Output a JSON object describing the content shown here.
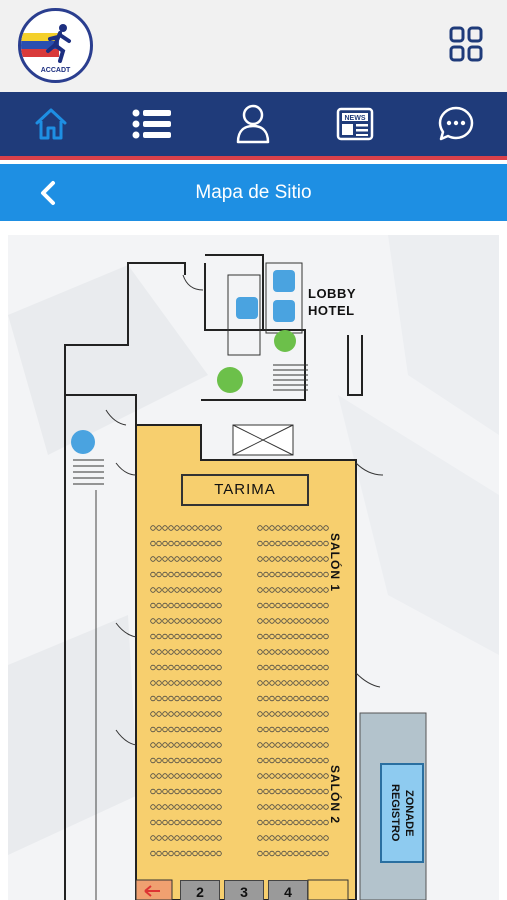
{
  "app": {
    "logo_text": "ACCADT"
  },
  "nav": {
    "items": [
      {
        "id": "home",
        "icon": "home-icon"
      },
      {
        "id": "list",
        "icon": "list-icon"
      },
      {
        "id": "profile",
        "icon": "user-icon"
      },
      {
        "id": "news",
        "icon": "news-icon"
      },
      {
        "id": "chat",
        "icon": "chat-icon"
      }
    ]
  },
  "header": {
    "title": "Mapa de Sitio"
  },
  "map": {
    "lobby": "LOBBY\nHOTEL",
    "stage": "TARIMA",
    "salon1": "SALÓN 1",
    "salon2": "SALÓN 2",
    "zone": "ZONADE REGISTRO",
    "booths": [
      "2",
      "3",
      "4"
    ]
  },
  "colors": {
    "topbar": "#f1f1f1",
    "navbar": "#1f3b7a",
    "accent_red": "#d9414a",
    "subbar": "#1e8fe3",
    "salon": "#f7cf6e",
    "registro": "#b3c3cc"
  }
}
